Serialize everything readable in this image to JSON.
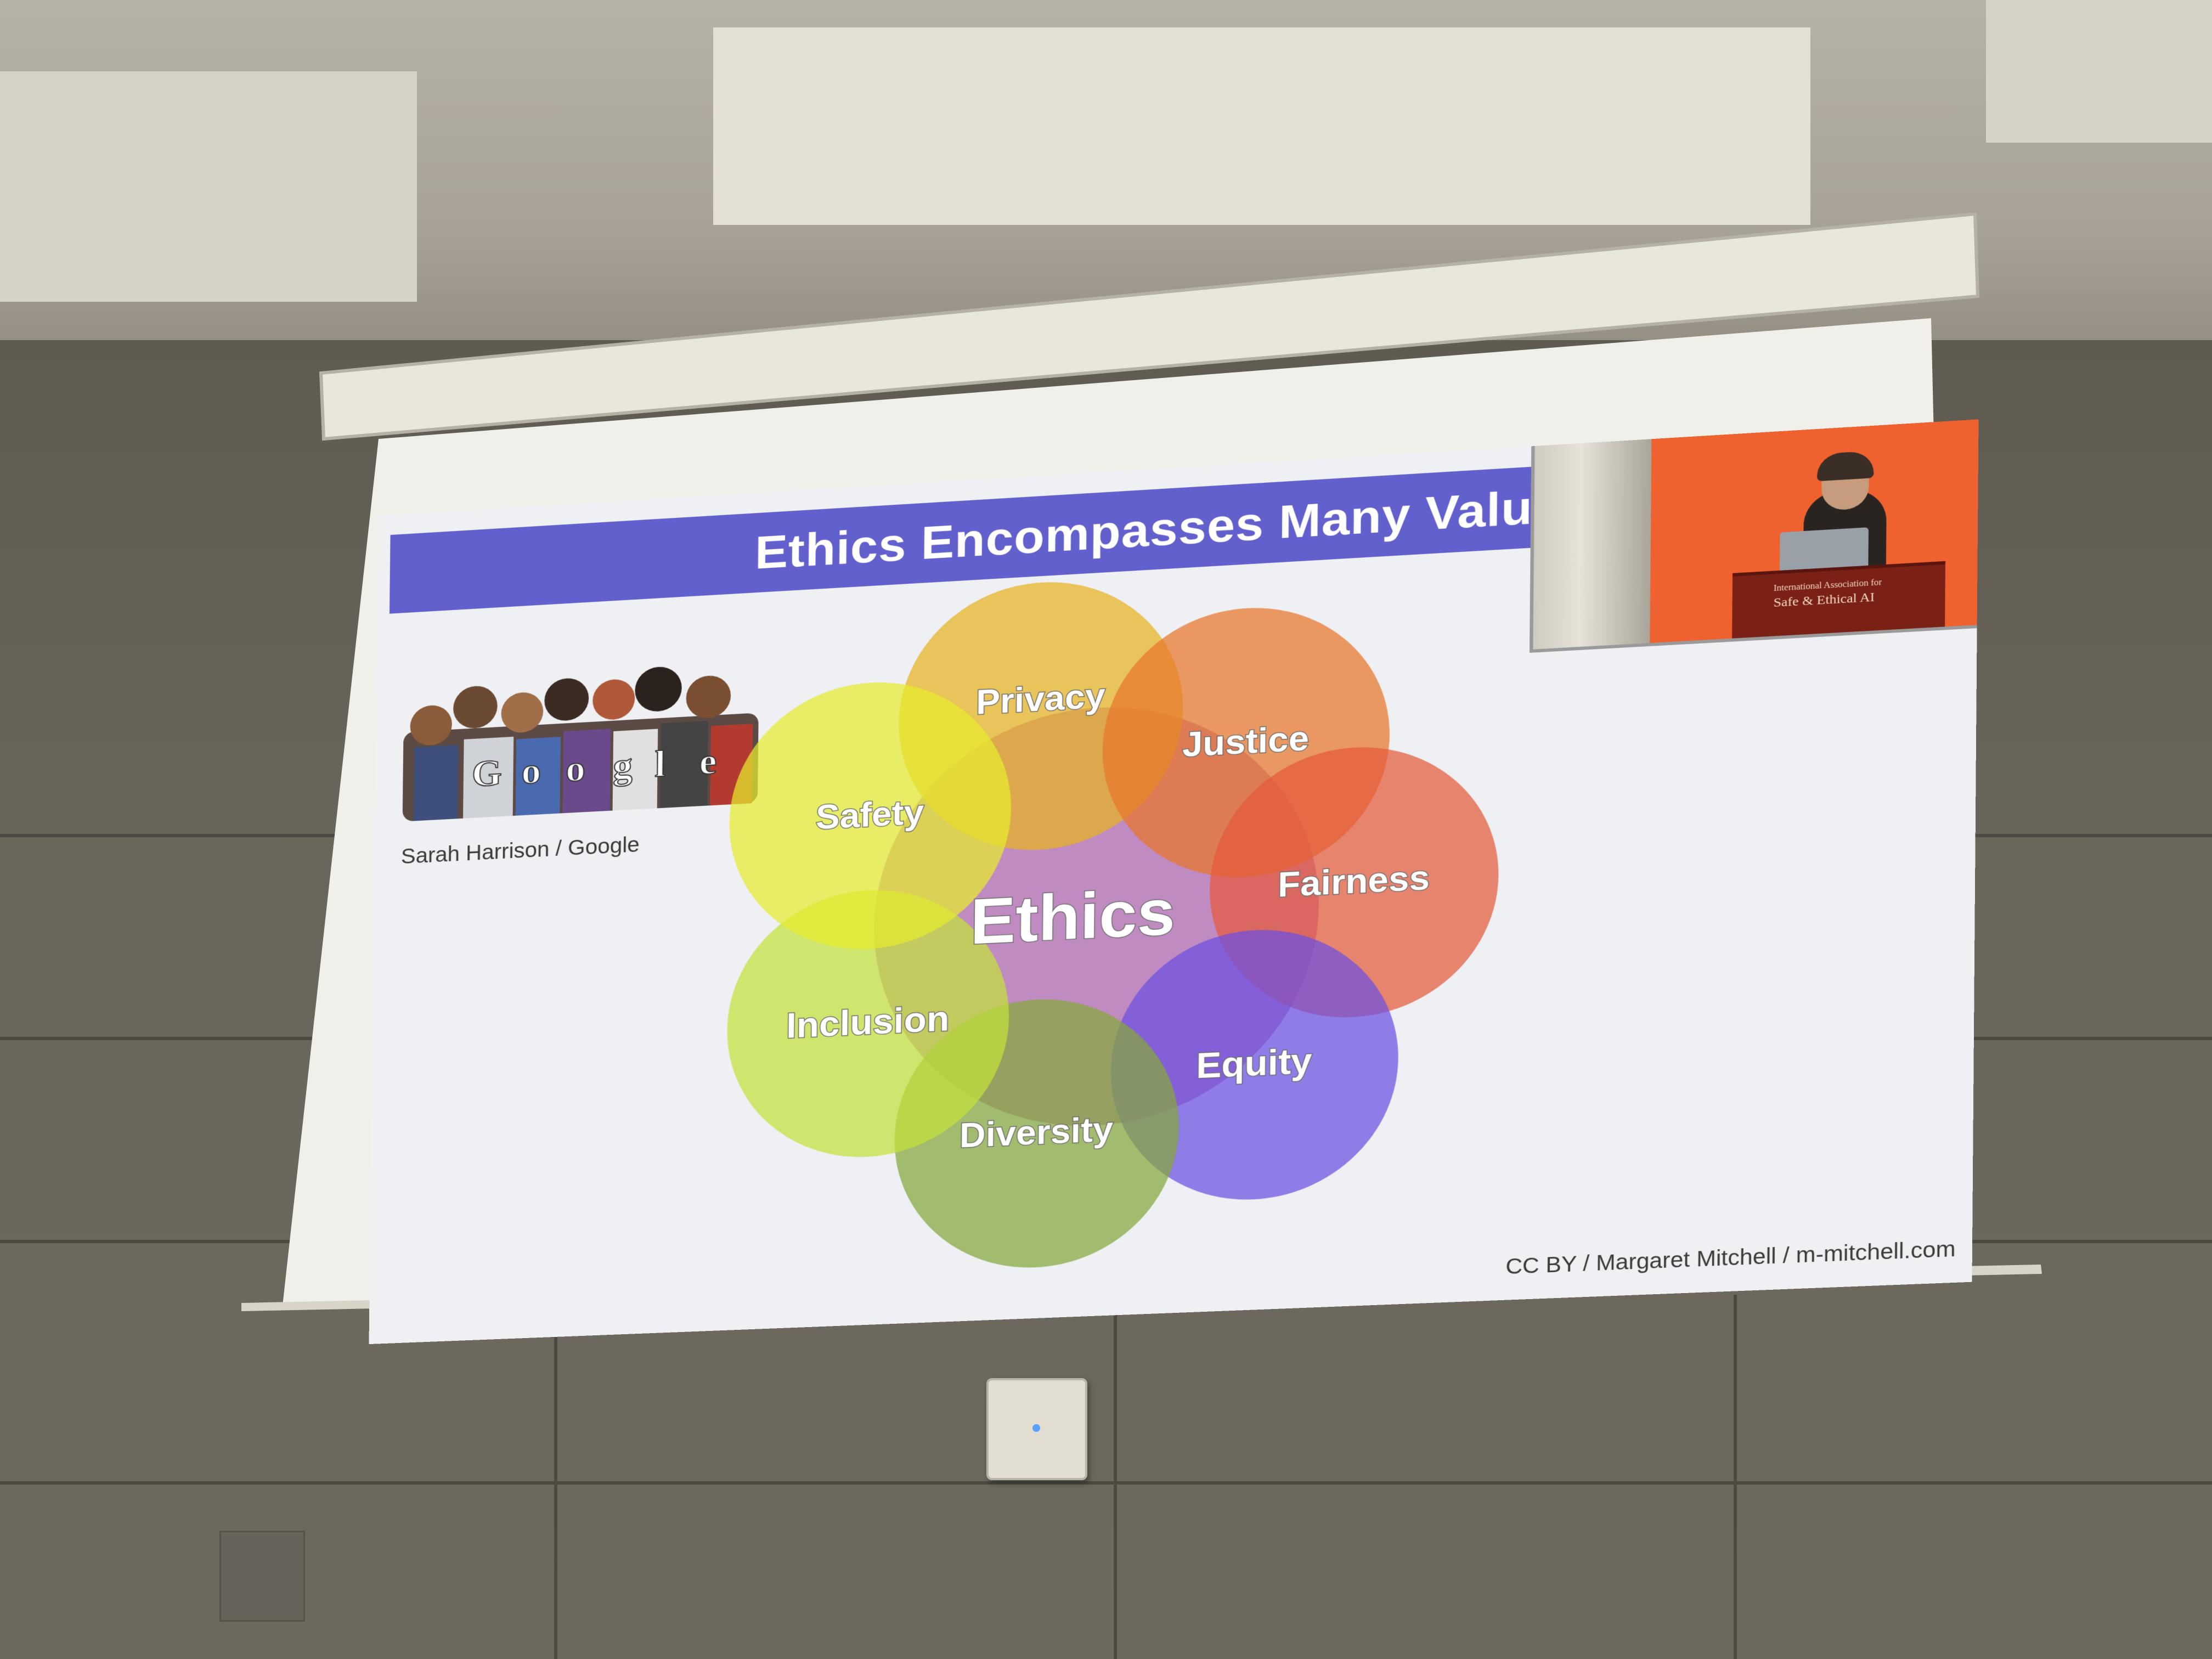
{
  "slide": {
    "title": "Ethics Encompasses Many Valu",
    "image_credit": "Sarah Harrison / Google",
    "footer_credit": "CC BY / Margaret Mitchell / m-mitchell.com",
    "doodle_letters": [
      "G",
      "o",
      "o",
      "g",
      "l",
      "e"
    ]
  },
  "diagram": {
    "center_label": "Ethics",
    "values": [
      {
        "label": "Privacy",
        "color": "#e8b320"
      },
      {
        "label": "Justice",
        "color": "#e8762a"
      },
      {
        "label": "Fairness",
        "color": "#e45a3a"
      },
      {
        "label": "Equity",
        "color": "#6c4fe0"
      },
      {
        "label": "Diversity",
        "color": "#83a83c"
      },
      {
        "label": "Inclusion",
        "color": "#c3e23a"
      },
      {
        "label": "Safety",
        "color": "#e6ec2e"
      }
    ],
    "center_color": "#b06ab0"
  },
  "webcam": {
    "podium_line1": "International Association for",
    "podium_line2": "Safe & Ethical AI"
  }
}
